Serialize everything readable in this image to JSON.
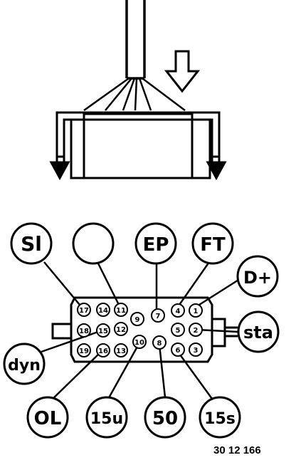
{
  "figure_code": "30 12 166",
  "callouts": {
    "si": "Sl",
    "blank": "",
    "ep": "EP",
    "ft": "FT",
    "dplus": "D+",
    "sta": "sta",
    "dyn": "dyn",
    "ol": "OL",
    "u15": "15u",
    "v50": "50",
    "s15": "15s"
  },
  "pins": {
    "p1": "1",
    "p2": "2",
    "p3": "3",
    "p4": "4",
    "p5": "5",
    "p6": "6",
    "p7": "7",
    "p8": "8",
    "p9": "9",
    "p10": "10",
    "p11": "11",
    "p12": "12",
    "p13": "13",
    "p14": "14",
    "p15": "15",
    "p16": "16",
    "p17": "17",
    "p18": "18",
    "p19": "19"
  },
  "colors": {
    "ink": "#000000",
    "paper": "#ffffff"
  }
}
